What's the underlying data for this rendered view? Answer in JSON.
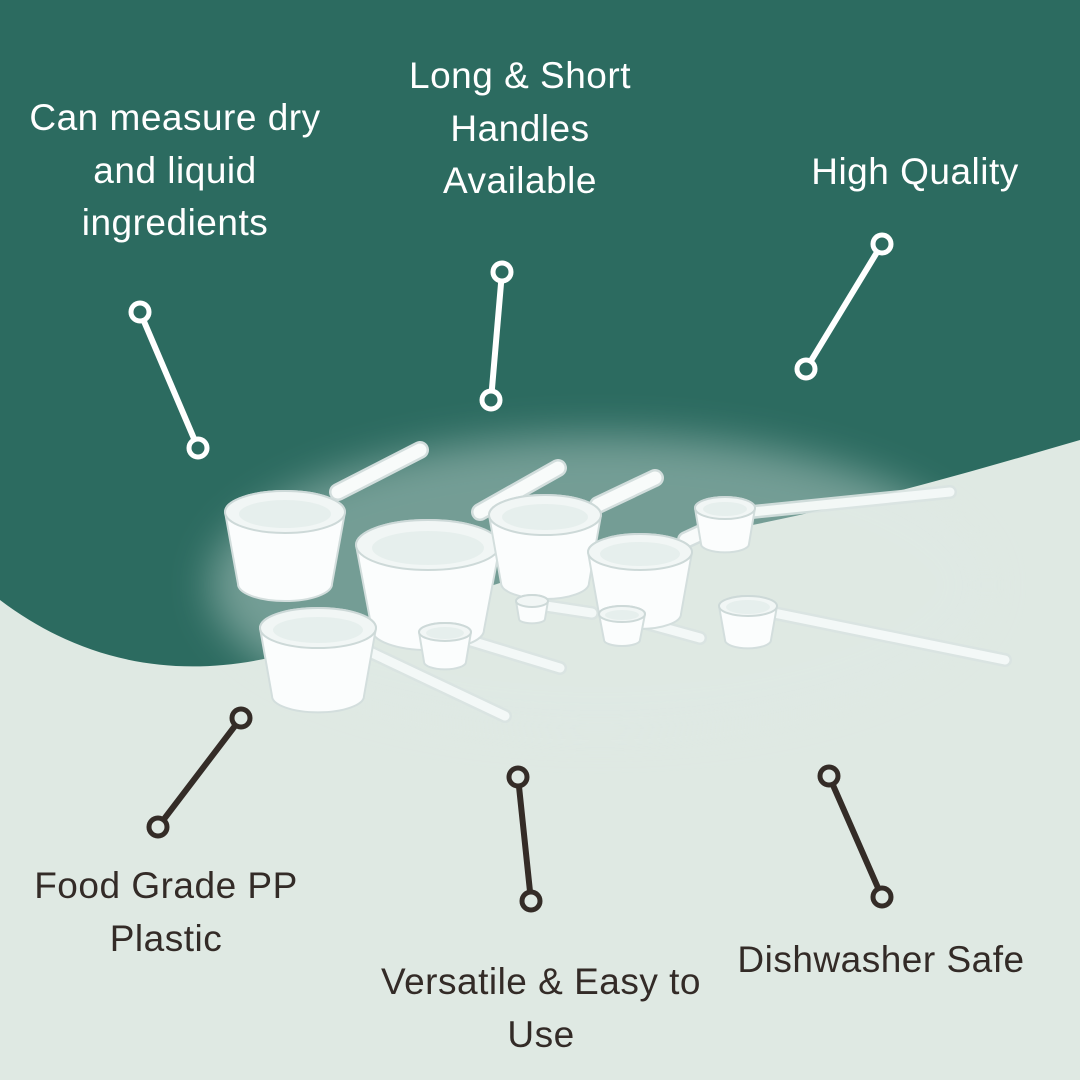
{
  "colors": {
    "background_teal": "#2C6B60",
    "background_mint": "#DFE9E3",
    "text_light": "#FFFFFF",
    "text_dark": "#332B27",
    "connector_light": "#FFFFFF",
    "connector_dark": "#342C27",
    "product_white": "#FBFDFD"
  },
  "callouts": {
    "measure": {
      "text": "Can measure dry\nand liquid\ningredients"
    },
    "handles": {
      "text": "Long & Short\nHandles\nAvailable"
    },
    "quality": {
      "text": "High Quality"
    },
    "food_grade": {
      "text": "Food Grade PP\nPlastic"
    },
    "versatile": {
      "text": "Versatile & Easy to\nUse"
    },
    "dishwasher": {
      "text": "Dishwasher Safe"
    }
  }
}
